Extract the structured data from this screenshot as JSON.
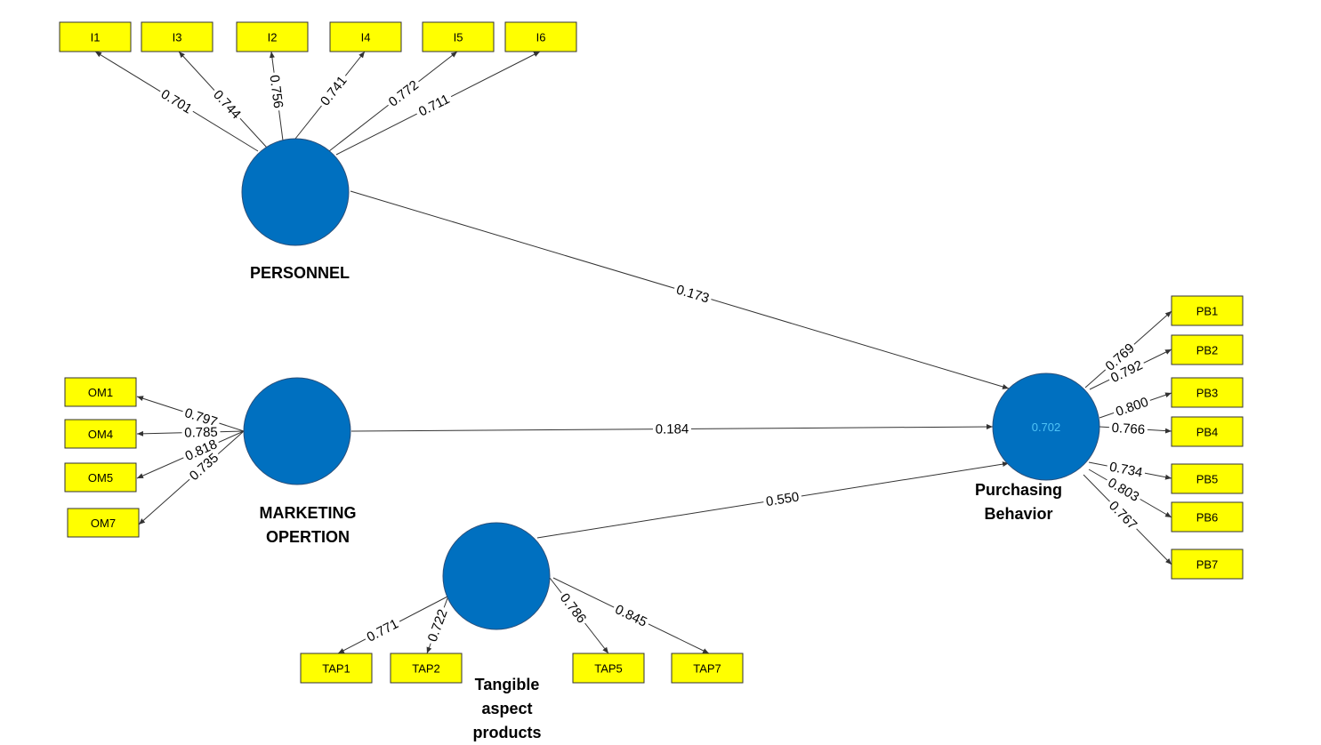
{
  "colors": {
    "indicator_fill": "#ffff00",
    "latent_fill": "#0070c0",
    "r2_text": "#4fc3f7",
    "line": "#333333"
  },
  "latent_variables": [
    {
      "id": "personnel",
      "label_lines": [
        "PERSONNEL"
      ],
      "inner_value": ""
    },
    {
      "id": "marketing",
      "label_lines": [
        "MARKETING",
        "OPERTION"
      ],
      "inner_value": ""
    },
    {
      "id": "tangible",
      "label_lines": [
        "Tangible",
        "aspect",
        "products"
      ],
      "inner_value": ""
    },
    {
      "id": "purchasing",
      "label_lines": [
        "Purchasing",
        "Behavior"
      ],
      "inner_value": "0.702"
    }
  ],
  "indicators": [
    {
      "id": "I1",
      "label": "I1"
    },
    {
      "id": "I3",
      "label": "I3"
    },
    {
      "id": "I2",
      "label": "I2"
    },
    {
      "id": "I4",
      "label": "I4"
    },
    {
      "id": "I5",
      "label": "I5"
    },
    {
      "id": "I6",
      "label": "I6"
    },
    {
      "id": "OM1",
      "label": "OM1"
    },
    {
      "id": "OM4",
      "label": "OM4"
    },
    {
      "id": "OM5",
      "label": "OM5"
    },
    {
      "id": "OM7",
      "label": "OM7"
    },
    {
      "id": "TAP1",
      "label": "TAP1"
    },
    {
      "id": "TAP2",
      "label": "TAP2"
    },
    {
      "id": "TAP5",
      "label": "TAP5"
    },
    {
      "id": "TAP7",
      "label": "TAP7"
    },
    {
      "id": "PB1",
      "label": "PB1"
    },
    {
      "id": "PB2",
      "label": "PB2"
    },
    {
      "id": "PB3",
      "label": "PB3"
    },
    {
      "id": "PB4",
      "label": "PB4"
    },
    {
      "id": "PB5",
      "label": "PB5"
    },
    {
      "id": "PB6",
      "label": "PB6"
    },
    {
      "id": "PB7",
      "label": "PB7"
    }
  ],
  "loadings": [
    {
      "from": "personnel",
      "to": "I1",
      "value": "0.701"
    },
    {
      "from": "personnel",
      "to": "I3",
      "value": "0.744"
    },
    {
      "from": "personnel",
      "to": "I2",
      "value": "0.756"
    },
    {
      "from": "personnel",
      "to": "I4",
      "value": "0.741"
    },
    {
      "from": "personnel",
      "to": "I5",
      "value": "0.772"
    },
    {
      "from": "personnel",
      "to": "I6",
      "value": "0.711"
    },
    {
      "from": "marketing",
      "to": "OM1",
      "value": "0.797"
    },
    {
      "from": "marketing",
      "to": "OM4",
      "value": "0.785"
    },
    {
      "from": "marketing",
      "to": "OM5",
      "value": "0.818"
    },
    {
      "from": "marketing",
      "to": "OM7",
      "value": "0.735"
    },
    {
      "from": "tangible",
      "to": "TAP1",
      "value": "0.771"
    },
    {
      "from": "tangible",
      "to": "TAP2",
      "value": "0.722"
    },
    {
      "from": "tangible",
      "to": "TAP5",
      "value": "0.786"
    },
    {
      "from": "tangible",
      "to": "TAP7",
      "value": "0.845"
    },
    {
      "from": "purchasing",
      "to": "PB1",
      "value": "0.769"
    },
    {
      "from": "purchasing",
      "to": "PB2",
      "value": "0.792"
    },
    {
      "from": "purchasing",
      "to": "PB3",
      "value": "0.800"
    },
    {
      "from": "purchasing",
      "to": "PB4",
      "value": "0.766"
    },
    {
      "from": "purchasing",
      "to": "PB5",
      "value": "0.734"
    },
    {
      "from": "purchasing",
      "to": "PB6",
      "value": "0.803"
    },
    {
      "from": "purchasing",
      "to": "PB7",
      "value": "0.767"
    }
  ],
  "paths": [
    {
      "from": "personnel",
      "to": "purchasing",
      "value": "0.173"
    },
    {
      "from": "marketing",
      "to": "purchasing",
      "value": "0.184"
    },
    {
      "from": "tangible",
      "to": "purchasing",
      "value": "0.550"
    }
  ]
}
